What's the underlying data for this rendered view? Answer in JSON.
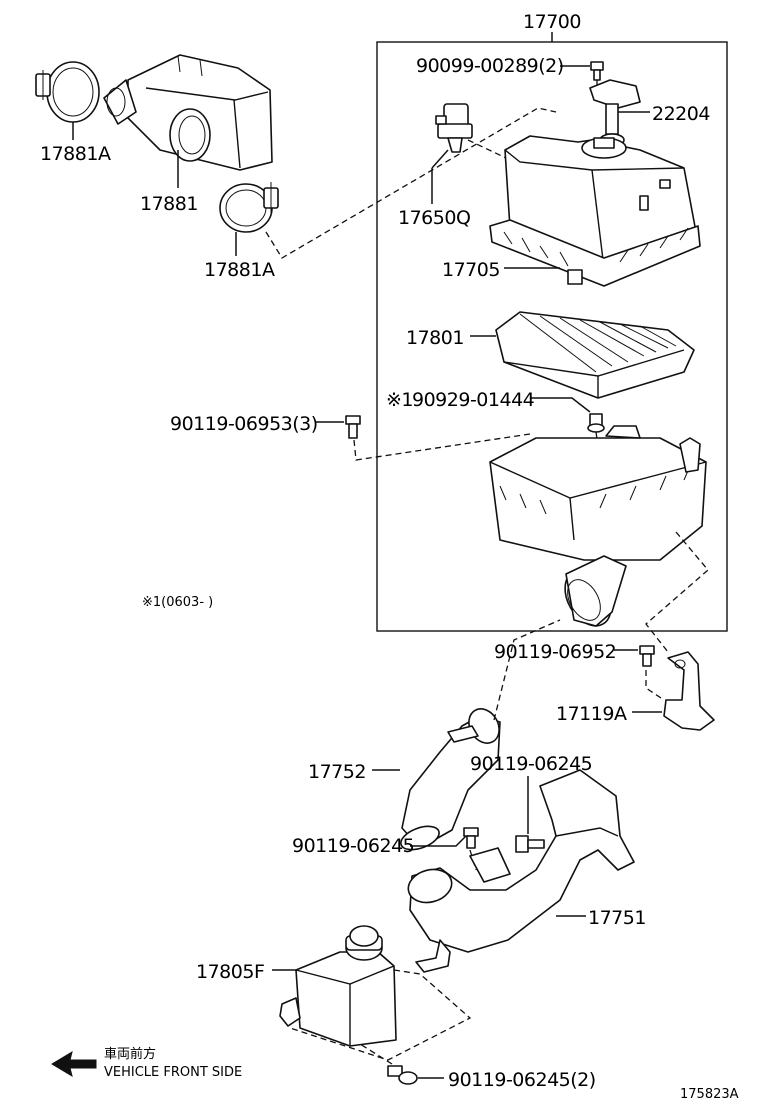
{
  "labels": {
    "assembly": "17700",
    "bolt_top": "90099-00289(2)",
    "sensor": "22204",
    "vsv": "17650Q",
    "upper_case": "17705",
    "element": "17801",
    "grommet": "90929-01444",
    "grommet_mark": "※1",
    "bolt_left": "90119-06953(3)",
    "clamp_upper": "17881A",
    "connector": "17881",
    "clamp_lower": "17881A",
    "footnote": "※1(0603-      )",
    "bolt_bracket": "90119-06952",
    "bracket": "17119A",
    "hose": "17752",
    "bolt_mid_right": "90119-06245",
    "bolt_mid_left": "90119-06245",
    "inlet_duct": "17751",
    "resonator": "17805F",
    "bolt_bottom": "90119-06245(2)",
    "direction_jp": "車両前方",
    "direction_en": "VEHICLE FRONT SIDE",
    "figure_id": "175823A"
  },
  "icons": {
    "direction_arrow": "left-arrow-icon"
  },
  "colors": {
    "ink": "#111111",
    "paper": "#ffffff"
  }
}
